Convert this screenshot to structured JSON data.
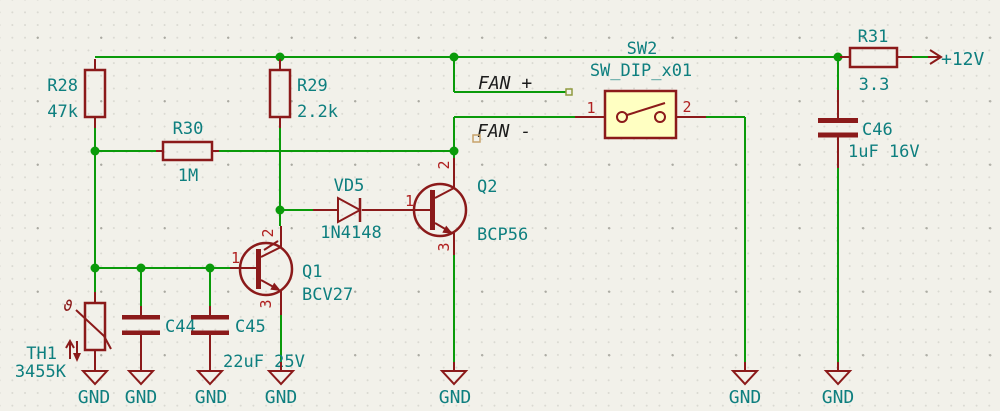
{
  "colors": {
    "background": "#f2f1ea",
    "wire_green": "#0a9a0a",
    "device_maroon": "#8b1a1a",
    "pin_number_red": "#b02020",
    "field_teal": "#0e7f7f",
    "net_label_black": "#1c1c1c",
    "switch_fill_yellow": "#ffffc2"
  },
  "power_labels": {
    "plus_12v": "+12V",
    "gnd": "GND"
  },
  "net_labels": {
    "fan_plus": "FAN +",
    "fan_minus": "FAN -"
  },
  "components": {
    "r28": {
      "ref": "R28",
      "value": "47k"
    },
    "r29": {
      "ref": "R29",
      "value": "2.2k"
    },
    "r30": {
      "ref": "R30",
      "value": "1M"
    },
    "r31": {
      "ref": "R31",
      "value": "3.3"
    },
    "th1": {
      "ref": "TH1",
      "value": "3455K",
      "symbol_char": "ϑ"
    },
    "c44": {
      "ref": "C44"
    },
    "c45": {
      "ref": "C45"
    },
    "c44_c45_value": "22uF 25V",
    "c46": {
      "ref": "C46",
      "value": "1uF 16V"
    },
    "vd5": {
      "ref": "VD5",
      "value": "1N4148"
    },
    "q1": {
      "ref": "Q1",
      "value": "BCV27",
      "pin_base": "1",
      "pin_collector": "2",
      "pin_emitter": "3"
    },
    "q2": {
      "ref": "Q2",
      "value": "BCP56",
      "pin_base": "1",
      "pin_collector": "2",
      "pin_emitter": "3"
    },
    "sw2": {
      "ref": "SW2",
      "value": "SW_DIP_x01",
      "pin_1": "1",
      "pin_2": "2"
    }
  }
}
